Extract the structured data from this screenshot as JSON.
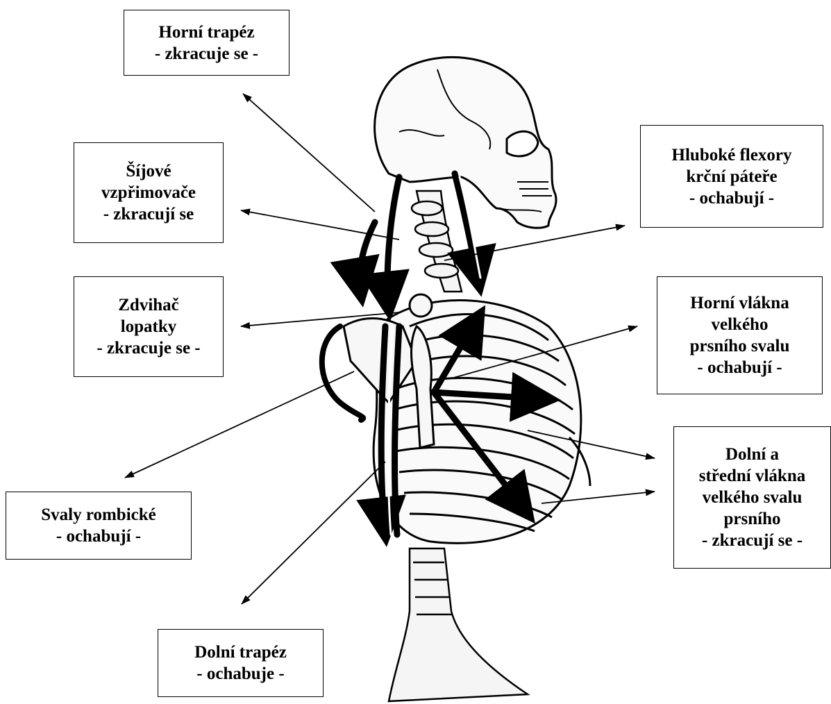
{
  "labels": {
    "horni_trapez": [
      "Horní trapéz",
      "- zkracuje se -"
    ],
    "sijove": [
      "Šíjové",
      "vzpřimovače",
      "- zkracují se"
    ],
    "zdvihac": [
      "Zdvihač",
      "lopatky",
      "- zkracuje se -"
    ],
    "rombicke": [
      "Svaly rombické",
      "- ochabují -"
    ],
    "dolni_trapez": [
      "Dolní trapéz",
      "- ochabuje -"
    ],
    "hluboke": [
      "Hluboké flexory",
      "krční páteře",
      "- ochabují -"
    ],
    "horni_vlakna": [
      "Horní vlákna",
      "velkého",
      "prsního svalu",
      "- ochabují -"
    ],
    "dolni_stredni": [
      "Dolní a",
      "střední vlákna",
      "velkého svalu",
      "prsního",
      "- zkracují se -"
    ]
  },
  "colors": {
    "ink": "#000000",
    "background": "#ffffff",
    "bone_fill": "#fafafa"
  }
}
